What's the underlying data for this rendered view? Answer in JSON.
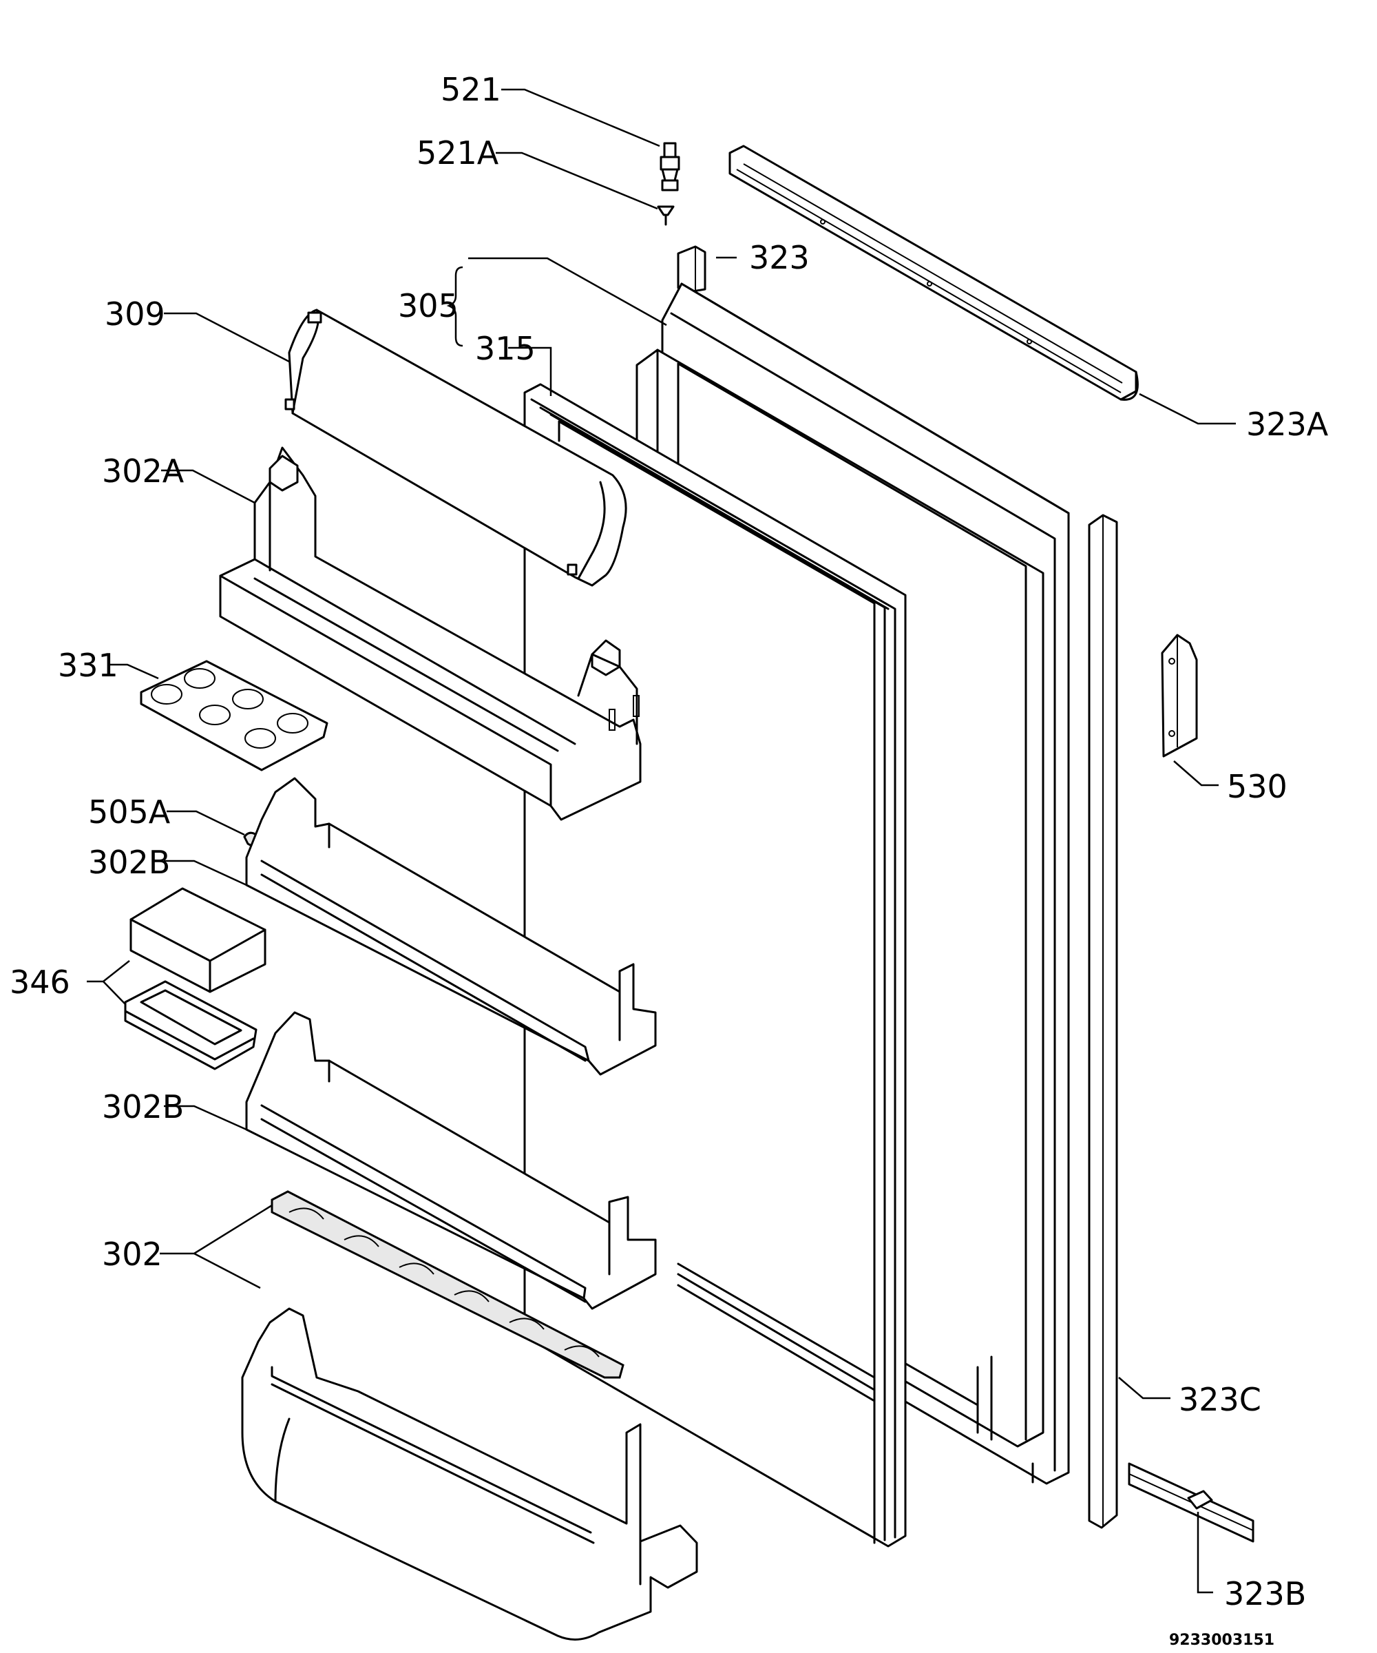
{
  "labels": {
    "l521": "521",
    "l521a": "521A",
    "l323": "323",
    "l305": "305",
    "l309": "309",
    "l315": "315",
    "l323a": "323A",
    "l302a": "302A",
    "l331": "331",
    "l530": "530",
    "l505a": "505A",
    "l302b_1": "302B",
    "l346": "346",
    "l302b_2": "302B",
    "l302": "302",
    "l323c": "323C",
    "l323b": "323B"
  },
  "drawing_code": "9233003151"
}
